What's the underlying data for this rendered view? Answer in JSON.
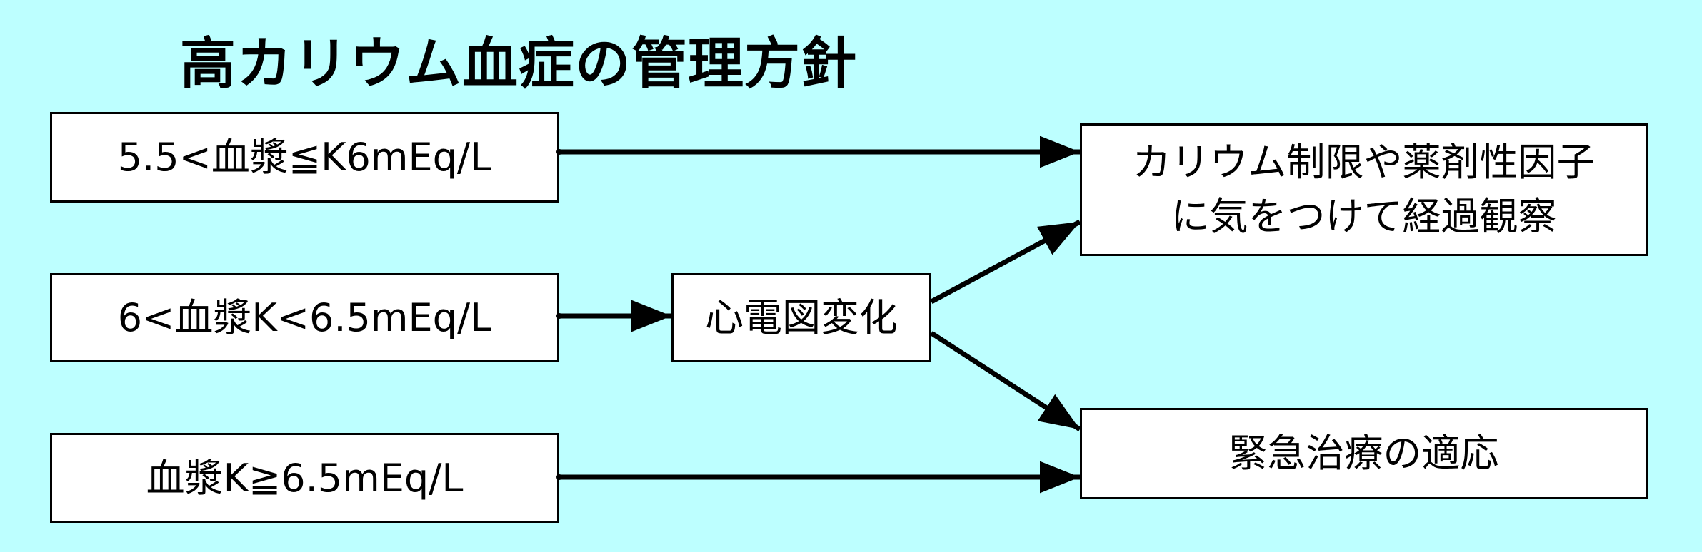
{
  "title": "高カリウム血症の管理方針",
  "conditions": [
    {
      "label": "5.5<血漿≦K6mEq/L"
    },
    {
      "label": "6<血漿K<6.5mEq/L"
    },
    {
      "label": "血漿K≧6.5mEq/L"
    }
  ],
  "ecg_change": "心電図変化",
  "outcomes": {
    "observe": {
      "line1": "カリウム制限や薬剤性因子",
      "line2": "に気をつけて経過観察"
    },
    "emergency": "緊急治療の適応"
  },
  "colors": {
    "background": "#bdffff",
    "box_fill": "#ffffff",
    "stroke": "#000000"
  }
}
